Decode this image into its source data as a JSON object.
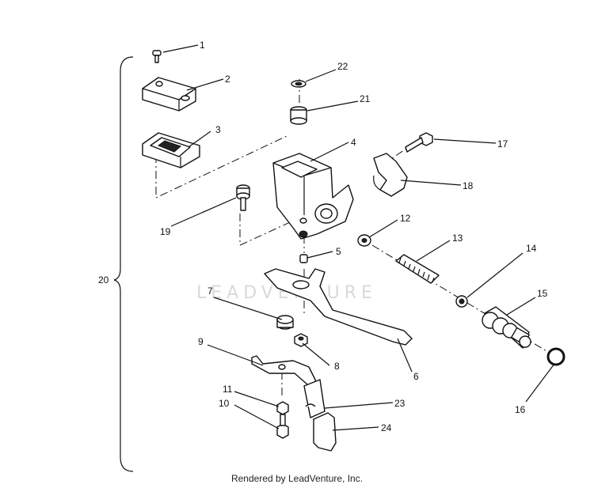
{
  "watermark": "LEADVENTURE",
  "credit": "Rendered by LeadVenture, Inc.",
  "callouts": {
    "c1": "1",
    "c2": "2",
    "c3": "3",
    "c4": "4",
    "c5": "5",
    "c6": "6",
    "c7": "7",
    "c8": "8",
    "c9": "9",
    "c10": "10",
    "c11": "11",
    "c12": "12",
    "c13": "13",
    "c14": "14",
    "c15": "15",
    "c16": "16",
    "c17": "17",
    "c18": "18",
    "c19": "19",
    "c20": "20",
    "c21": "21",
    "c22": "22",
    "c23": "23",
    "c24": "24"
  }
}
